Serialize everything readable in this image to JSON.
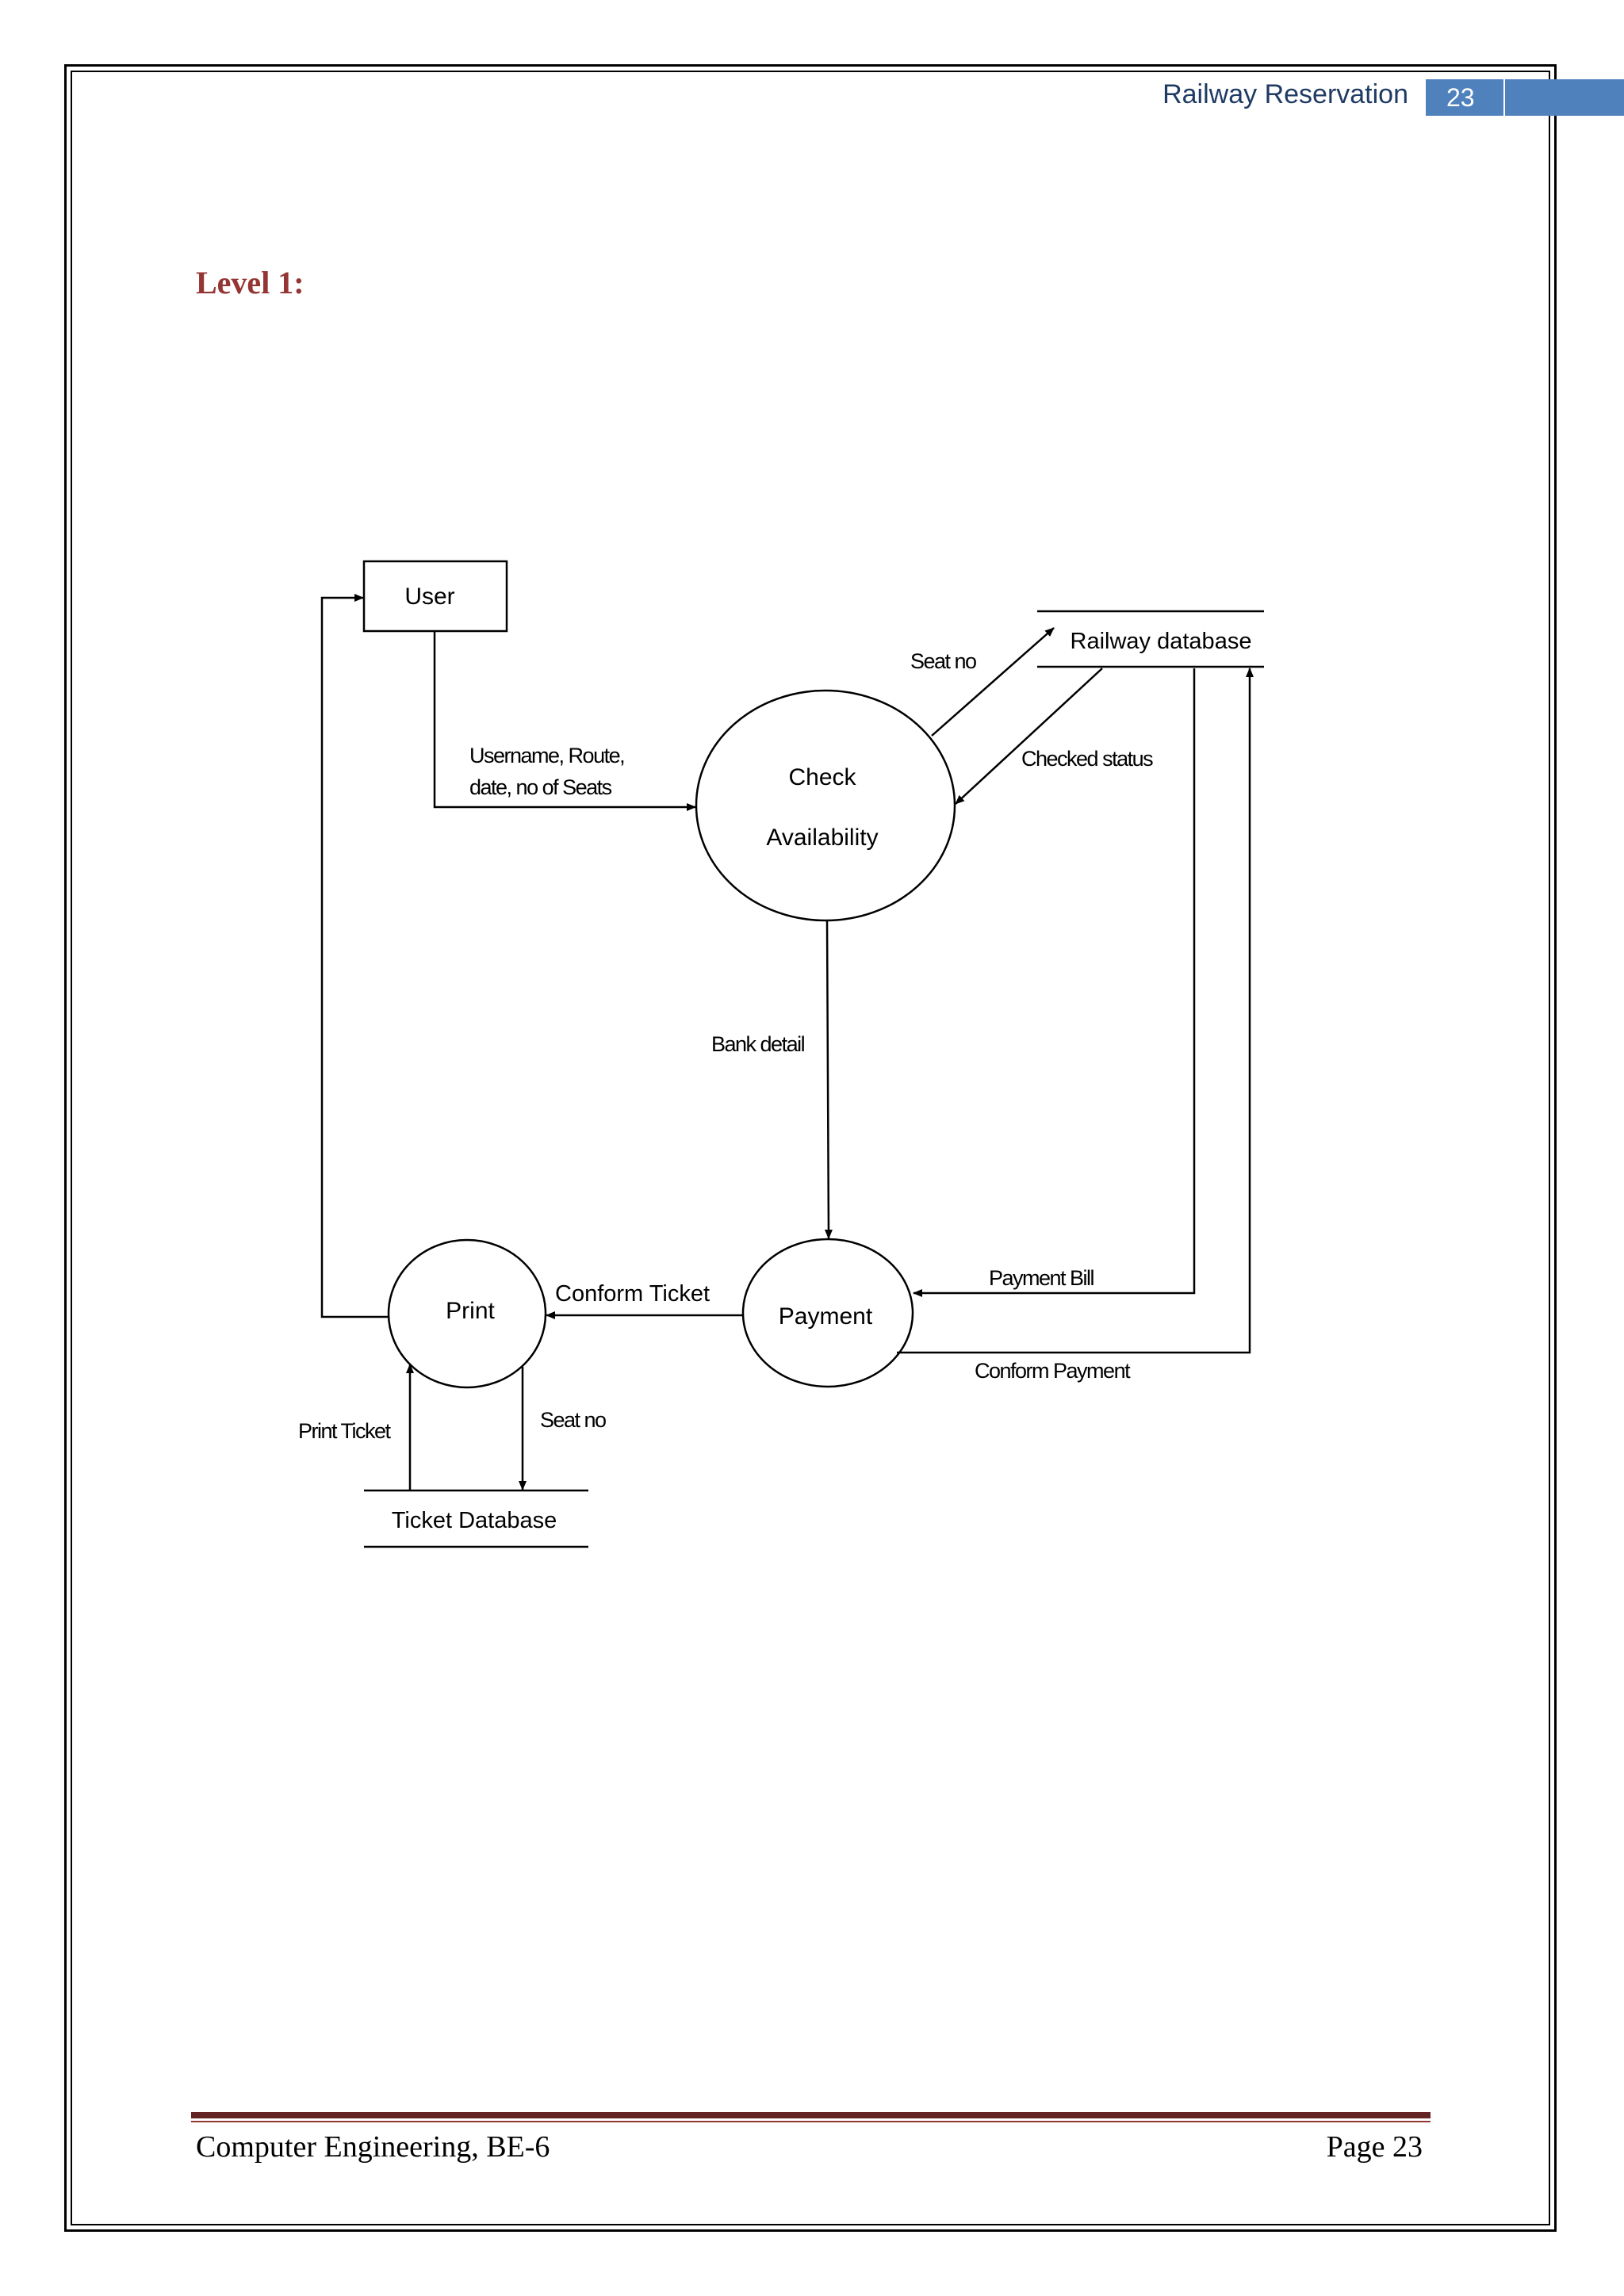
{
  "header": {
    "title": "Railway Reservation",
    "page_number": "23"
  },
  "heading": "Level 1:",
  "diagram": {
    "entities": {
      "user": "User"
    },
    "processes": {
      "check_line1": "Check",
      "check_line2": "Availability",
      "payment": "Payment",
      "print": "Print"
    },
    "stores": {
      "railway_db": "Railway database",
      "ticket_db": "Ticket Database"
    },
    "flows": {
      "user_details_line1": "Username, Route,",
      "user_details_line2": "date, no of Seats",
      "seat_no_top": "Seat no",
      "checked_status": "Checked status",
      "bank_detail": "Bank detail",
      "payment_bill": "Payment Bill",
      "conform_payment": "Conform Payment",
      "conform_ticket": "Conform Ticket",
      "print_ticket": "Print Ticket",
      "seat_no_bottom": "Seat no"
    }
  },
  "footer": {
    "left": "Computer Engineering, BE-6",
    "right": "Page 23"
  },
  "colors": {
    "heading": "#943634",
    "header_tab": "#4f81bd",
    "footer_rule": "#632423"
  }
}
